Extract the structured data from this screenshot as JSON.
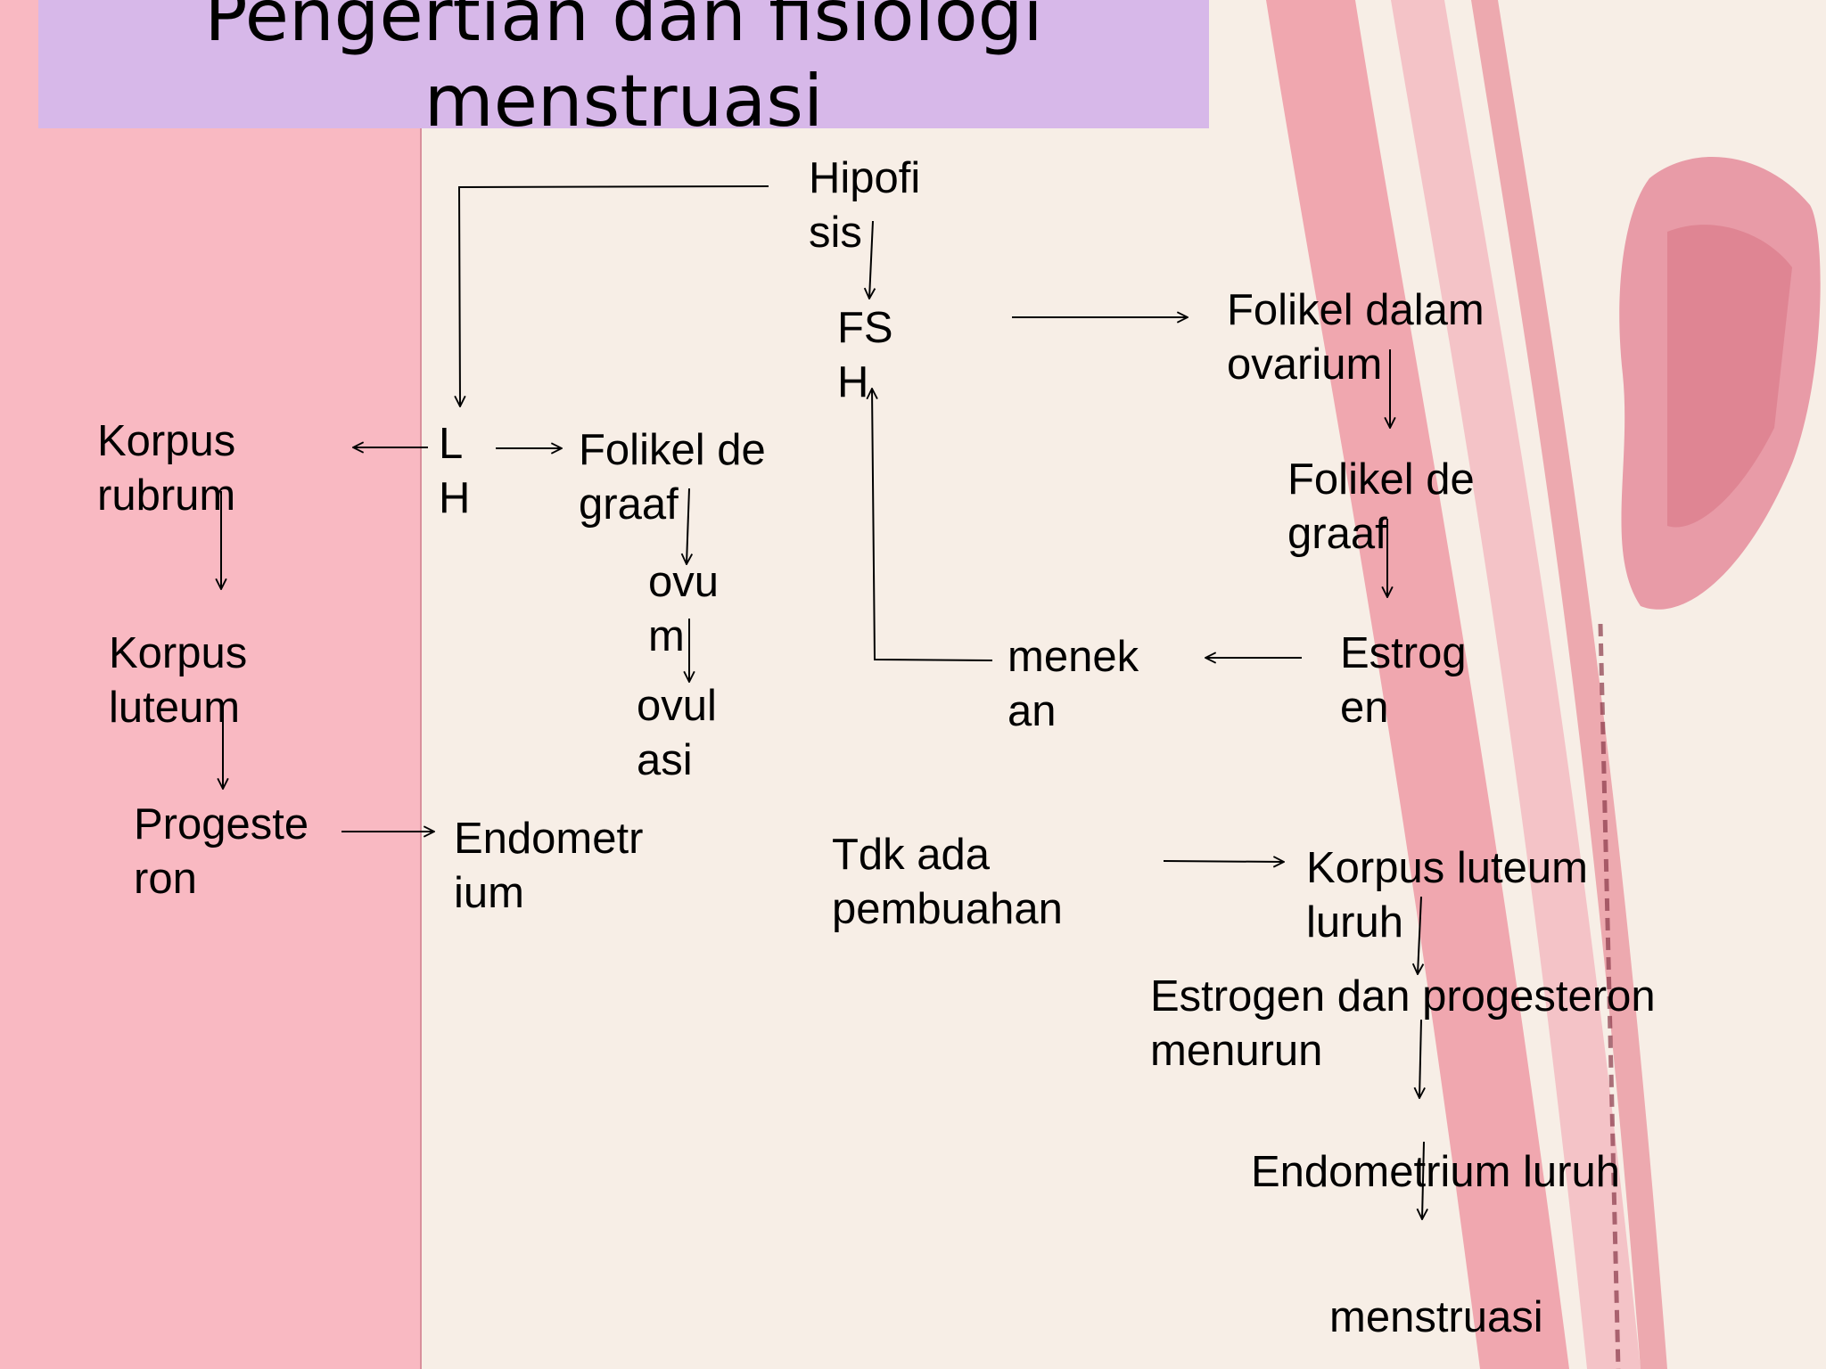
{
  "title": "Pengertian dan fisiologi\nmenstruasi",
  "nodes": {
    "hipofisis": "Hipofi\nsis",
    "fsh": "FS\nH",
    "folikel_ovarium": "Folikel dalam\novarium",
    "folikel_graaf_right": "Folikel de\ngraaf",
    "estrogen": "Estrog\nen",
    "menekan": "menek\nan",
    "lh": "L\nH",
    "folikel_graaf_left": "Folikel de\ngraaf",
    "ovum": "ovu\nm",
    "ovulasi": "ovul\nasi",
    "korpus_rubrum": "Korpus\nrubrum",
    "korpus_luteum": "Korpus\nluteum",
    "progesteron": "Progeste\nron",
    "endometrium": "Endometr\nium",
    "tdk_ada_pembuahan": "Tdk ada\npembuahan",
    "korpus_luteum_luruh": "Korpus luteum\nluruh",
    "estrogen_progesteron_menurun": "Estrogen dan progesteron\nmenurun",
    "endometrium_luruh": "Endometrium luruh",
    "menstruasi": "menstruasi"
  },
  "colors": {
    "title_bar": "#d7b8e9",
    "left_panel": "#f9b9c2",
    "background": "#f7eee6",
    "uterus_band": "#ef9aa4"
  }
}
